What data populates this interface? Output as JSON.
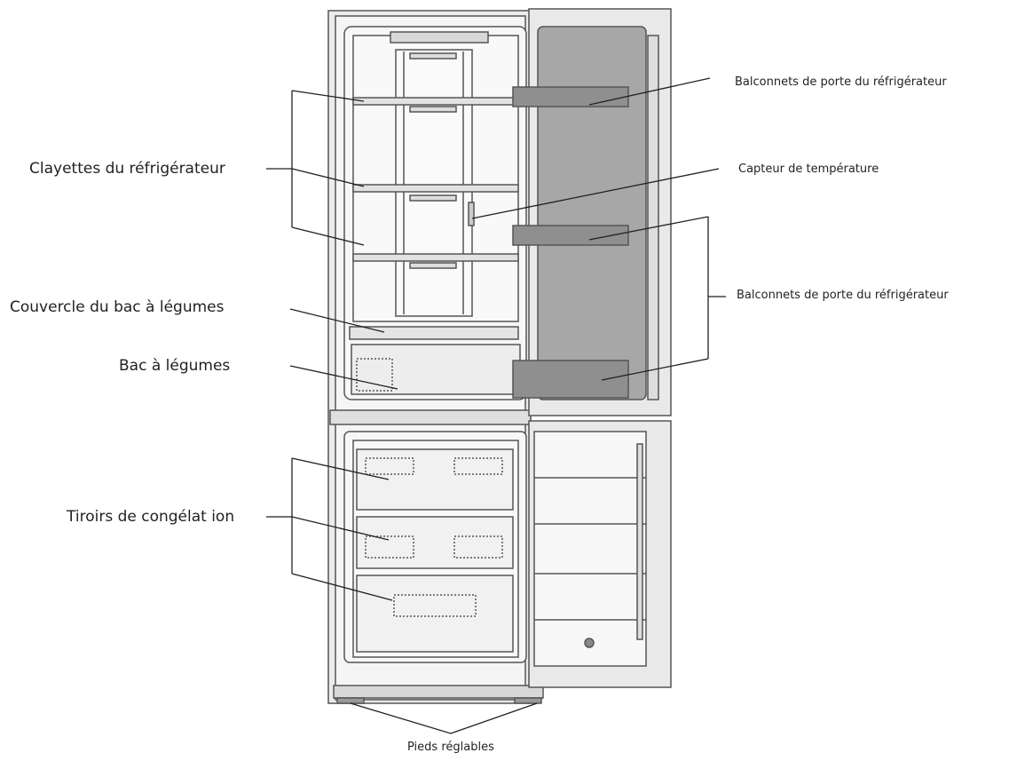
{
  "labels": {
    "shelves": "Clayettes du réfrigérateur",
    "crisper_cover": "Couvercle du bac à légumes",
    "crisper": "Bac  à  légumes",
    "freezer_drawers": "Tiroirs de congélat ion",
    "door_balconies_top": "Balconnets de porte du réfrigérateur",
    "temp_sensor": "Capteur de température",
    "door_balconies_lower": "Balconnets de porte du réfrigérateur",
    "feet": "Pieds réglables"
  },
  "colors": {
    "line": "#231f20",
    "door_panel": "#a7a7a7",
    "interior": "#f4f4f4",
    "frame": "#555555"
  }
}
